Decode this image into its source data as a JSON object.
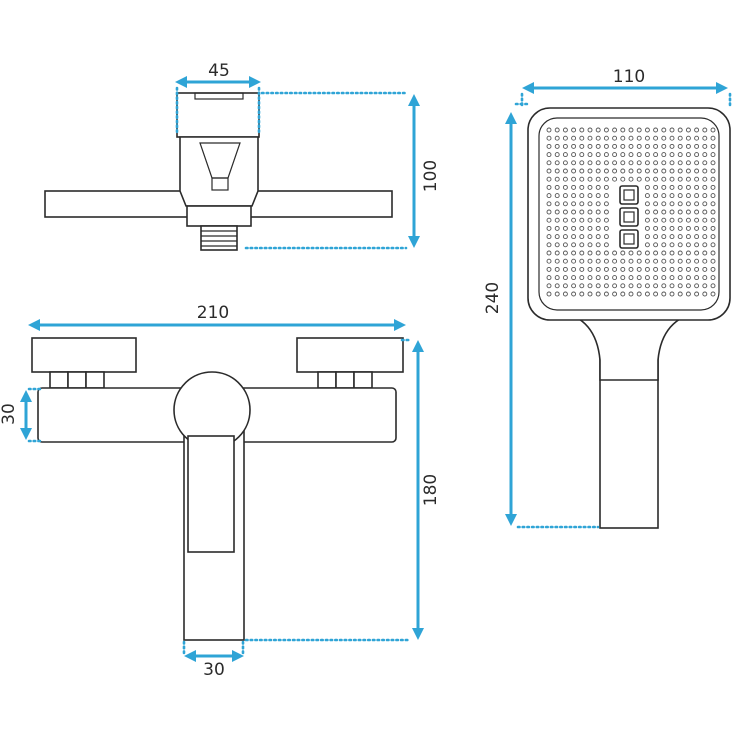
{
  "dimensions": {
    "top_view_width": "45",
    "top_view_depth": "100",
    "mixer_width": "210",
    "body_height": "30",
    "mixer_height": "180",
    "spout_width": "30",
    "shower_head_width": "110",
    "shower_length": "240"
  },
  "colors": {
    "dimension_line": "#2fa4d6",
    "outline": "#2b2b2b",
    "background": "#ffffff"
  }
}
